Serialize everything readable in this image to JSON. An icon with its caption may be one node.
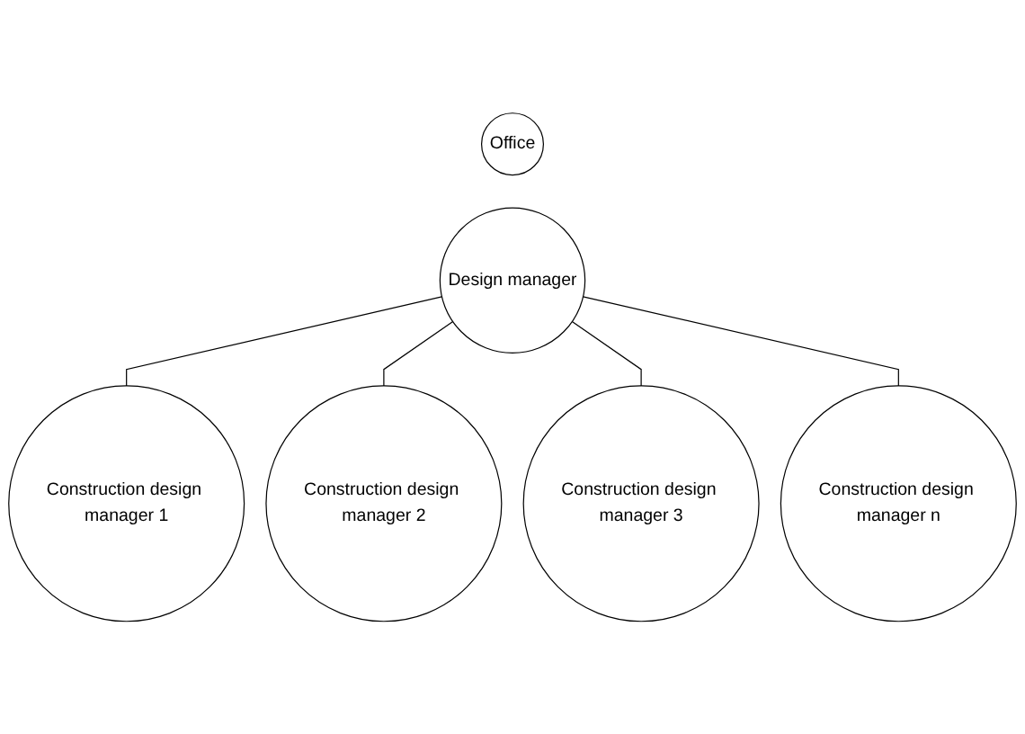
{
  "diagram": {
    "nodes": [
      {
        "text": [
          "Office"
        ]
      },
      {
        "text": [
          "Design manager"
        ]
      },
      {
        "text": [
          "Construction design manager 1"
        ]
      },
      {
        "text": [
          "Construction design manager 2"
        ]
      },
      {
        "text": [
          "Construction design manager 3"
        ]
      },
      {
        "text": [
          "Construction design manager n"
        ]
      }
    ],
    "edges": [
      {
        "from": 1,
        "to": 2,
        "arrow": "none"
      },
      {
        "from": 1,
        "to": 3,
        "arrow": "none"
      },
      {
        "from": 1,
        "to": 4,
        "arrow": "none"
      },
      {
        "from": 1,
        "to": 5,
        "arrow": "none"
      }
    ]
  }
}
